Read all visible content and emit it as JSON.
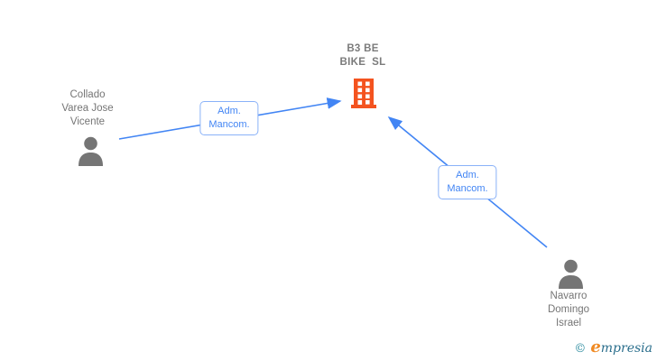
{
  "diagram": {
    "company": {
      "name": "B3 BE\nBIKE  SL",
      "icon": "building-icon"
    },
    "people": [
      {
        "name": "Collado\nVarea Jose\nVicente",
        "icon": "person-icon"
      },
      {
        "name": "Navarro\nDomingo\nIsrael",
        "icon": "person-icon"
      }
    ],
    "edges": [
      {
        "label": "Adm.\nMancom.",
        "from": "Collado Varea Jose Vicente",
        "to": "B3 BE BIKE SL"
      },
      {
        "label": "Adm.\nMancom.",
        "from": "Navarro Domingo Israel",
        "to": "B3 BE BIKE SL"
      }
    ],
    "colors": {
      "edge_blue": "#4285f4",
      "edge_label_border": "#8ab2f8",
      "building_orange": "#f4531f",
      "person_gray": "#757575",
      "name_text_gray": "#757575"
    }
  },
  "footer": {
    "copyright_symbol": "©",
    "brand_initial": "e",
    "brand_rest": "mpresia",
    "colors": {
      "copyright": "#2a8a9e",
      "initial": "#f08a24",
      "rest": "#2a6e8c"
    }
  }
}
